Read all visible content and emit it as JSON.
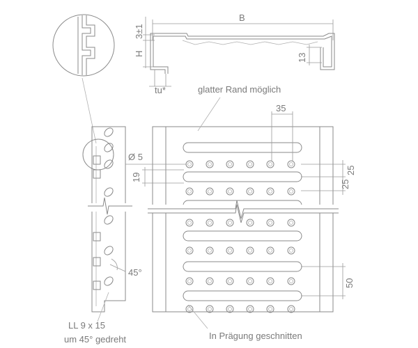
{
  "labels": {
    "width_B": "B",
    "height_H": "H",
    "height_tol": "3±1",
    "inner_13": "13",
    "thickness": "tu*",
    "smooth_edge": "glatter Rand möglich",
    "pitch_35": "35",
    "hole_dia": "Ø 5",
    "gap_19": "19",
    "dim_25a": "25",
    "dim_25b": "25",
    "angle": "45°",
    "dim_50": "50",
    "slot_line1": "LL 9 x 15",
    "slot_line2": "um 45° gedreht",
    "cut_note": "In Prägung geschnitten"
  }
}
